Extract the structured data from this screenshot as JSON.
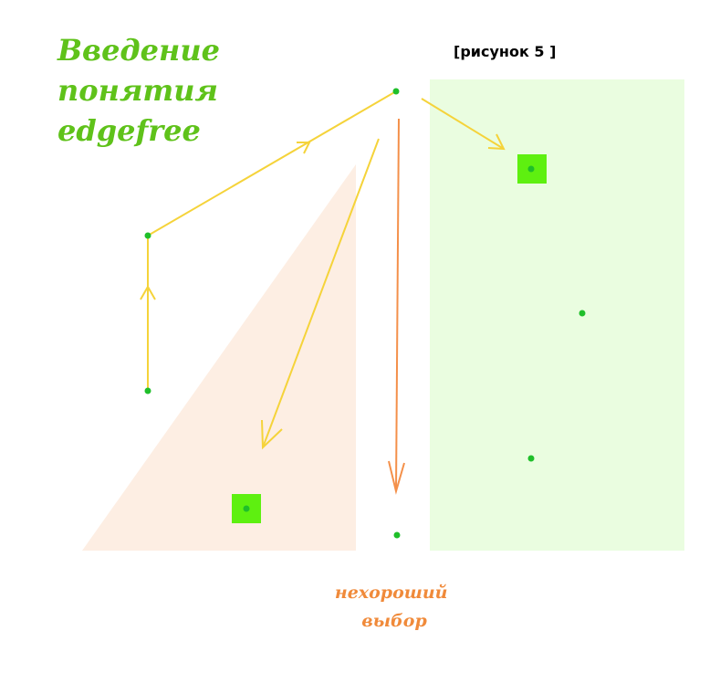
{
  "title": {
    "lines": [
      "Введение",
      "понятия",
      "edgefree"
    ],
    "color": "#5fc21a"
  },
  "caption": "[рисунок 5 ]",
  "note": {
    "lines": [
      "нехороший",
      "выбор"
    ],
    "color": "#f08a3a"
  },
  "colors": {
    "triangle_fill": "#fdeee3",
    "rect_fill": "#eafde0",
    "yellow_arrow": "#f5d33a",
    "orange_arrow": "#f4904a",
    "node": "#1fbf2a",
    "highlight_square": "#5ef010"
  }
}
